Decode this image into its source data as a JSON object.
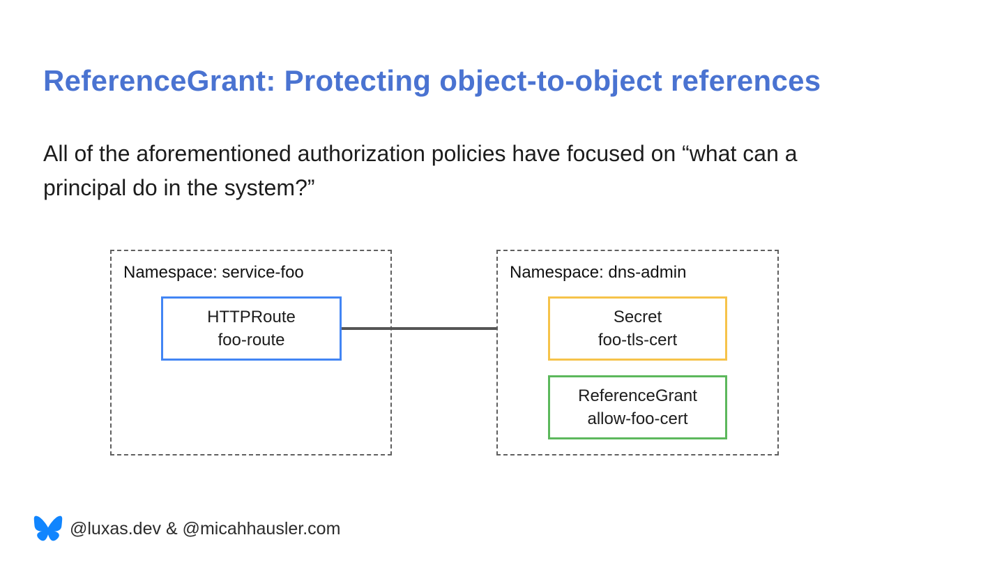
{
  "slide": {
    "title": "ReferenceGrant: Protecting object-to-object references",
    "body_text": "All of the aforementioned authorization policies have focused on “what can a\nprincipal do in the system?”"
  },
  "diagram": {
    "left_namespace": {
      "label": "Namespace: service-foo",
      "node": {
        "kind": "HTTPRoute",
        "name": "foo-route",
        "border_color": "#4285f4"
      }
    },
    "right_namespace": {
      "label": "Namespace: dns-admin",
      "nodes": [
        {
          "kind": "Secret",
          "name": "foo-tls-cert",
          "border_color": "#f6c34a"
        },
        {
          "kind": "ReferenceGrant",
          "name": "allow-foo-cert",
          "border_color": "#5cb85c"
        }
      ]
    },
    "arrow": {
      "from": "HTTPRoute foo-route",
      "to": "Secret foo-tls-cert",
      "color": "#555555"
    },
    "dashed_border_color": "#5f5f5f"
  },
  "footer": {
    "logo_icon": "bluesky-butterfly-icon",
    "logo_color": "#1185fe",
    "handles": "@luxas.dev & @micahhausler.com"
  },
  "colors": {
    "title_accent": "#4a73d1",
    "body_text": "#1c1c1c",
    "background": "#ffffff"
  }
}
